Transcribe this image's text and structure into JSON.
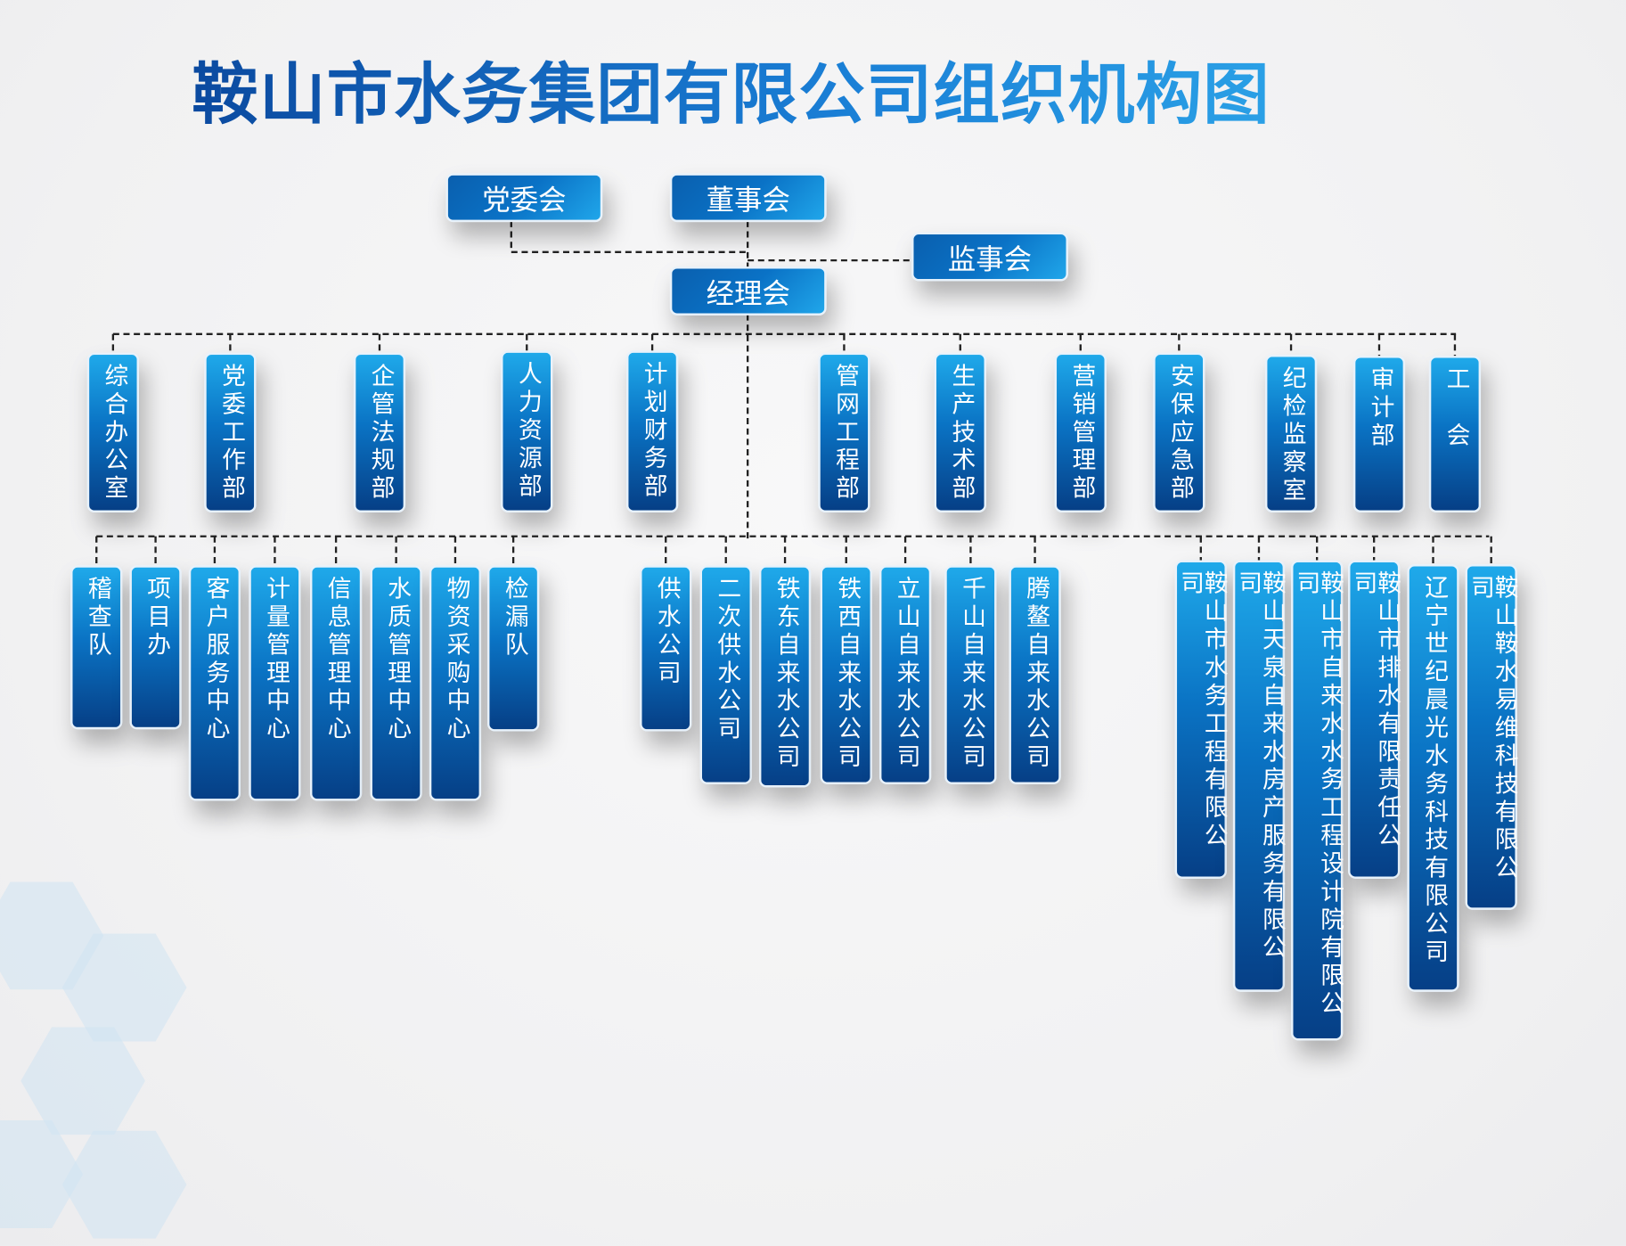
{
  "title": "鞍山市水务集团有限公司组织机构图",
  "top": {
    "party_committee": "党委会",
    "board": "董事会",
    "supervisory": "监事会",
    "management": "经理会"
  },
  "departments": [
    "综合办公室",
    "党委工作部",
    "企管法规部",
    "人力资源部",
    "计划财务部",
    "管网工程部",
    "生产技术部",
    "营销管理部",
    "安保应急部",
    "纪检监察室",
    "审计部",
    "工　会"
  ],
  "units": [
    "稽查队",
    "项目办",
    "客户服务中心",
    "计量管理中心",
    "信息管理中心",
    "水质管理中心",
    "物资采购中心",
    "检漏队"
  ],
  "water_companies": [
    "供水公司",
    "二次供水公司",
    "铁东自来水公司",
    "铁西自来水公司",
    "立山自来水公司",
    "千山自来水公司",
    "腾鳌自来水公司"
  ],
  "subsidiaries": [
    "鞍山市水务工程有限公司",
    "鞍山天泉自来水房产服务有限公司",
    "鞍山市自来水水务工程设计院有限公司",
    "鞍山市排水有限责任公司",
    "辽宁世纪晨光水务科技有限公司",
    "鞍山鞍水易维科技有限公司"
  ]
}
